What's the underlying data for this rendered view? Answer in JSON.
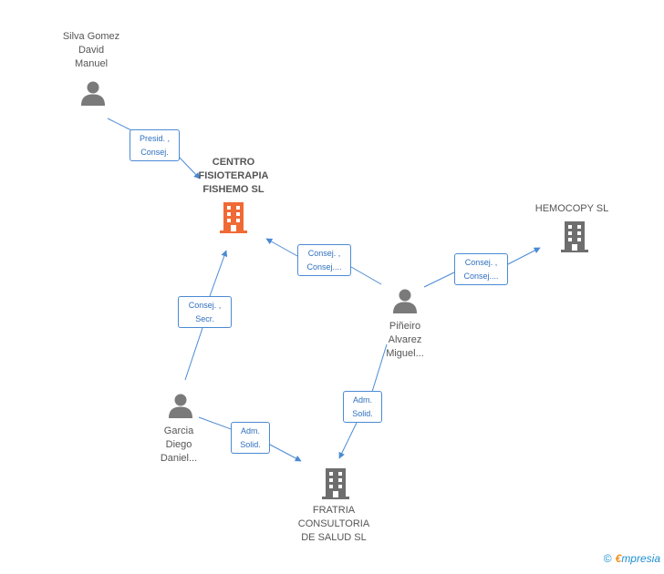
{
  "nodes": {
    "silva": {
      "label": "Silva Gomez\nDavid\nManuel",
      "icon": "person-icon"
    },
    "centro": {
      "label": "CENTRO\nFISIOTERAPIA\nFISHEMO SL",
      "icon": "building-icon",
      "color": "#f06a35"
    },
    "hemocopy": {
      "label": "HEMOCOPY SL",
      "icon": "building-icon",
      "color": "#6e6e6e"
    },
    "pineiro": {
      "label": "Piñeiro\nAlvarez\nMiguel...",
      "icon": "person-icon"
    },
    "garcia": {
      "label": "Garcia\nDiego\nDaniel...",
      "icon": "person-icon"
    },
    "fratria": {
      "label": "FRATRIA\nCONSULTORIA\nDE SALUD  SL",
      "icon": "building-icon",
      "color": "#6e6e6e"
    }
  },
  "edges": [
    {
      "from": "silva",
      "to": "centro",
      "label": "Presid. ,\nConsej."
    },
    {
      "from": "pineiro",
      "to": "centro",
      "label": "Consej. ,\nConsej...."
    },
    {
      "from": "pineiro",
      "to": "hemocopy",
      "label": "Consej. ,\nConsej...."
    },
    {
      "from": "garcia",
      "to": "centro",
      "label": "Consej. ,\nSecr."
    },
    {
      "from": "garcia",
      "to": "fratria",
      "label": "Adm.\nSolid."
    },
    {
      "from": "pineiro",
      "to": "fratria",
      "label": "Adm.\nSolid."
    }
  ],
  "colors": {
    "edge": "#4a8ad4",
    "person": "#7a7a7a",
    "main_company": "#f06a35",
    "company": "#6e6e6e"
  },
  "brand": {
    "copyright": "©",
    "name_first": "€",
    "name_rest": "mpresia"
  }
}
